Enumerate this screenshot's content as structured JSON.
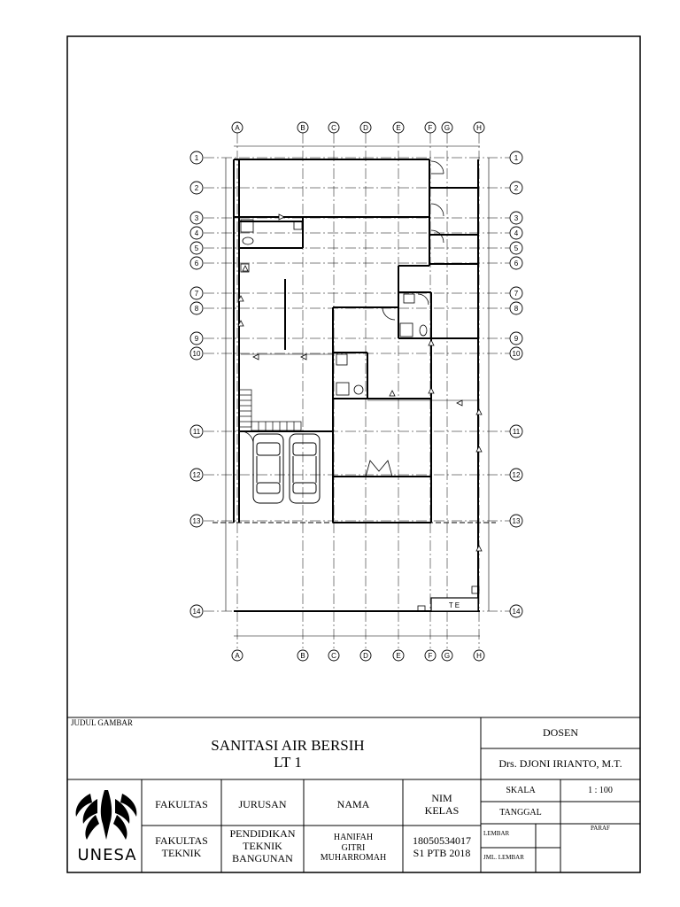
{
  "grid": {
    "cols": [
      "A",
      "B",
      "C",
      "D",
      "E",
      "F",
      "G",
      "H"
    ],
    "rows": [
      "1",
      "2",
      "3",
      "4",
      "5",
      "6",
      "7",
      "8",
      "9",
      "10",
      "11",
      "12",
      "13",
      "14"
    ]
  },
  "tangki_label": "T E",
  "title_block": {
    "judul_label": "JUDUL GAMBAR",
    "title_line1": "SANITASI AIR BERSIH",
    "title_line2": "LT 1",
    "dosen_label": "DOSEN",
    "dosen_name": "Drs. DJONI IRIANTO, M.T.",
    "logo_text": "UNESA",
    "fakultas_label": "FAKULTAS",
    "fakultas_value": "FAKULTAS\nTEKNIK",
    "jurusan_label": "JURUSAN",
    "jurusan_value": "PENDIDIKAN\nTEKNIK\nBANGUNAN",
    "nama_label": "NAMA",
    "nama_value": "HANIFAH\nGITRI\nMUHARROMAH",
    "nim_label": "NIM\nKELAS",
    "nim_value": "18050534017\nS1 PTB 2018",
    "skala_label": "SKALA",
    "skala_value": "1 : 100",
    "tanggal_label": "TANGGAL",
    "lembar_label": "LEMBAR",
    "jml_lembar_label": "JML. LEMBAR",
    "paraf_label": "PARAF"
  }
}
